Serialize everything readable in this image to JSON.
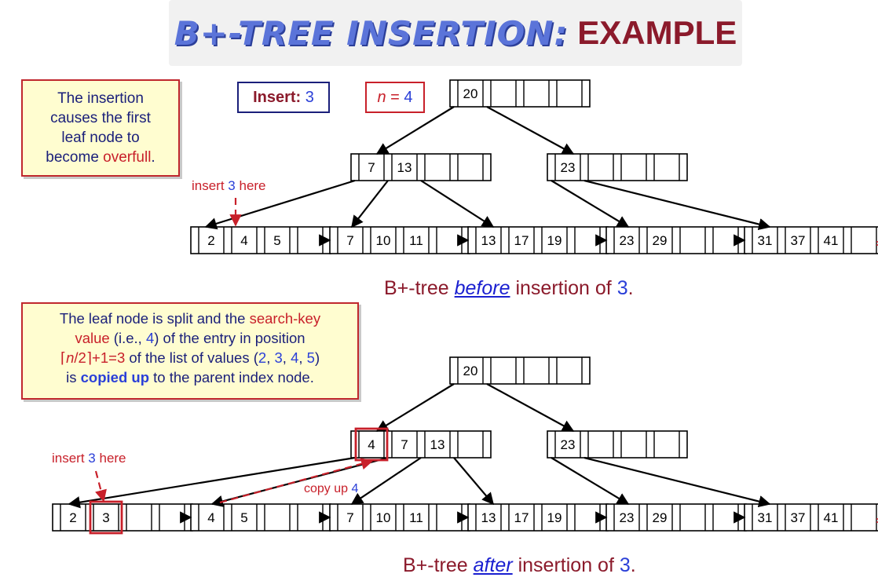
{
  "title": {
    "part1": "B+-TREE INSERTION:",
    "part2": "EXAMPLE"
  },
  "note_top": {
    "l1": "The insertion",
    "l2": "causes the first",
    "l3": "leaf node to",
    "l4a": "become ",
    "l4b": "overfull",
    "l4c": "."
  },
  "insert_tag": {
    "label": "Insert:",
    "value": "3"
  },
  "n_tag": {
    "var": "n",
    "eq": " = ",
    "value": "4"
  },
  "note_bottom": {
    "l1a": "The leaf node is split and the ",
    "l1b": "search-key",
    "l2a": "value",
    "l2b": " (i.e., ",
    "l2c": "4",
    "l2d": ") of the entry in position",
    "l3a": "⌈",
    "l3b": "n",
    "l3c": "/2⌉",
    "l3d": "+1=3",
    "l3e": " of the list of values (",
    "l3f": "2",
    "l3g": ", ",
    "l3h": "3",
    "l3i": ", ",
    "l3j": "4",
    "l3k": ", ",
    "l3l": "5",
    "l3m": ")",
    "l4a": "is ",
    "l4b": "copied up",
    "l4c": " to the parent index node."
  },
  "caption_before": {
    "a": "B+-tree ",
    "b": "before",
    "c": " insertion of ",
    "d": "3",
    "e": "."
  },
  "caption_after": {
    "a": "B+-tree ",
    "b": "after",
    "c": " insertion of ",
    "d": "3",
    "e": "."
  },
  "label_insert_here": {
    "a": "insert ",
    "b": "3",
    "c": " here"
  },
  "label_copy_up": {
    "a": "copy up ",
    "b": "4"
  },
  "colors": {
    "red": "#c8202a",
    "blue": "#2a3fd8",
    "navy": "#1a1f7a",
    "maroon": "#8b1a2b",
    "note_bg": "#fffdd0"
  },
  "tree_before": {
    "root": [
      "20"
    ],
    "internal": [
      [
        "7",
        "13"
      ],
      [
        "23"
      ]
    ],
    "leaves": [
      [
        "2",
        "4",
        "5"
      ],
      [
        "7",
        "10",
        "11"
      ],
      [
        "13",
        "17",
        "19"
      ],
      [
        "23",
        "29"
      ],
      [
        "31",
        "37",
        "41"
      ]
    ]
  },
  "tree_after": {
    "root": [
      "20"
    ],
    "internal": [
      [
        "4",
        "7",
        "13"
      ],
      [
        "23"
      ]
    ],
    "leaves": [
      [
        "2",
        "3"
      ],
      [
        "4",
        "5"
      ],
      [
        "7",
        "10",
        "11"
      ],
      [
        "13",
        "17",
        "19"
      ],
      [
        "23",
        "29"
      ],
      [
        "31",
        "37",
        "41"
      ]
    ]
  }
}
